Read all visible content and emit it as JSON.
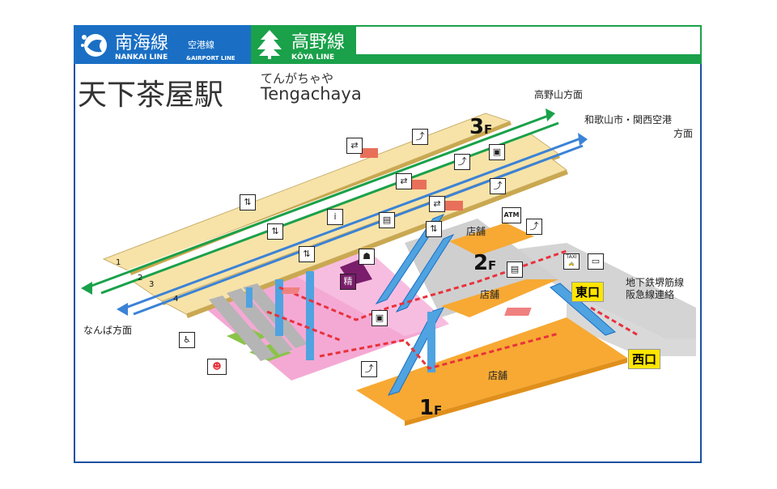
{
  "header": {
    "nankai_line_jp": "南海線",
    "airport_line_jp": "空港線",
    "nankai_line_en": "NANKAI LINE",
    "airport_line_en": "&AIRPORT LINE",
    "koya_line_jp": "高野線",
    "koya_line_en": "KŌYA LINE"
  },
  "station": {
    "name_jp": "天下茶屋駅",
    "name_kana": "てんがちゃや",
    "name_en": "Tengachaya"
  },
  "directions": {
    "koyasan": "高野山方面",
    "wakayama_line1": "和歌山市・関西空港",
    "wakayama_line2": "方面",
    "namba": "なんば方面"
  },
  "floors": {
    "floor3": "3",
    "floor2": "2",
    "floor1": "1",
    "floor_suffix": "F"
  },
  "platforms": [
    "1",
    "2",
    "3",
    "4"
  ],
  "shops": {
    "shop_2f_upper": "店舗",
    "shop_2f_lower": "店舗",
    "shop_1f": "店舗"
  },
  "exits": {
    "east": "東口",
    "west": "西口",
    "subway_line1": "地下鉄堺筋線",
    "subway_line2": "阪急線連絡"
  },
  "facility_icons": {
    "atm": "ATM",
    "taxi": "TAXI",
    "seisan": "精"
  },
  "colors": {
    "nankai_blue": "#1a6fc4",
    "koya_green": "#1aa14a",
    "platform_yellow": "#f7e3a8",
    "concourse_pink": "#f4a9d4",
    "floor_orange": "#f7a933",
    "gray_area": "#d4d4d4",
    "route_red": "#e8323c",
    "exit_yellow": "#ffe600"
  }
}
